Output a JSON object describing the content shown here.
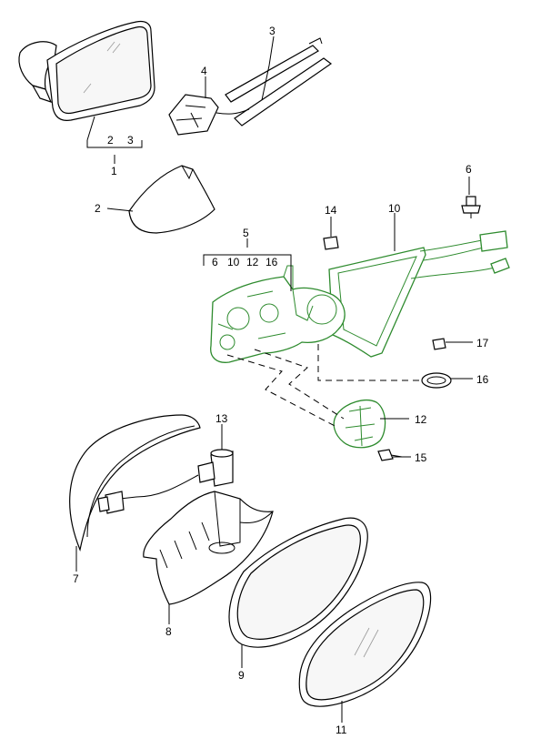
{
  "callouts": {
    "c1": "1",
    "c2": "2",
    "c3": "3",
    "c4": "4",
    "c5": "5",
    "c6": "6",
    "c7": "7",
    "c8": "8",
    "c9": "9",
    "c10": "10",
    "c11": "11",
    "c12": "12",
    "c13": "13",
    "c14": "14",
    "c15": "15",
    "c16": "16",
    "c17": "17"
  },
  "groups": {
    "g1_a": "2",
    "g1_b": "3",
    "g5_a": "6",
    "g5_b": "10",
    "g5_c": "12",
    "g5_d": "16"
  },
  "colors": {
    "line": "#000000",
    "highlight": "#2e8b2e"
  }
}
